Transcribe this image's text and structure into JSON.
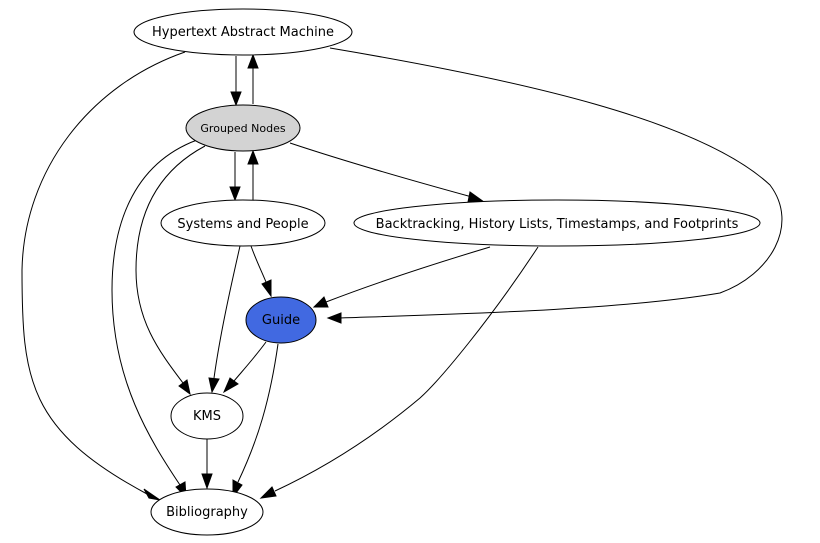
{
  "colors": {
    "background": "#ffffff",
    "default_node_fill": "#ffffff",
    "grouped_nodes_fill": "#d3d3d3",
    "guide_fill": "#4169e1",
    "stroke": "#000000"
  },
  "nodes": {
    "hypertext_abstract_machine": {
      "label": "Hypertext Abstract Machine"
    },
    "grouped_nodes": {
      "label": "Grouped Nodes"
    },
    "systems_and_people": {
      "label": "Systems and People"
    },
    "backtracking": {
      "label": "Backtracking, History Lists, Timestamps, and Footprints"
    },
    "guide": {
      "label": "Guide"
    },
    "kms": {
      "label": "KMS"
    },
    "bibliography": {
      "label": "Bibliography"
    }
  },
  "edges": [
    {
      "from": "hypertext_abstract_machine",
      "to": "grouped_nodes"
    },
    {
      "from": "grouped_nodes",
      "to": "hypertext_abstract_machine"
    },
    {
      "from": "hypertext_abstract_machine",
      "to": "bibliography"
    },
    {
      "from": "hypertext_abstract_machine",
      "to": "guide"
    },
    {
      "from": "grouped_nodes",
      "to": "systems_and_people"
    },
    {
      "from": "systems_and_people",
      "to": "grouped_nodes"
    },
    {
      "from": "grouped_nodes",
      "to": "backtracking"
    },
    {
      "from": "grouped_nodes",
      "to": "kms"
    },
    {
      "from": "grouped_nodes",
      "to": "bibliography"
    },
    {
      "from": "systems_and_people",
      "to": "guide"
    },
    {
      "from": "systems_and_people",
      "to": "kms"
    },
    {
      "from": "backtracking",
      "to": "guide"
    },
    {
      "from": "backtracking",
      "to": "bibliography"
    },
    {
      "from": "guide",
      "to": "kms"
    },
    {
      "from": "guide",
      "to": "bibliography"
    },
    {
      "from": "kms",
      "to": "bibliography"
    }
  ]
}
